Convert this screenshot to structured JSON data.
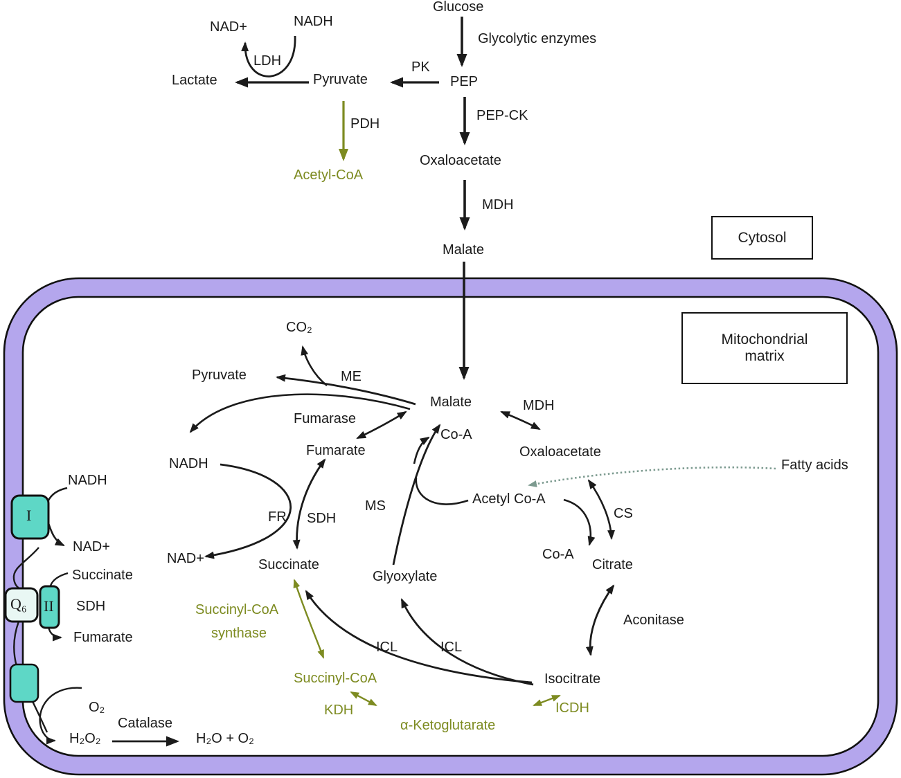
{
  "colors": {
    "ink": "#1b1b1b",
    "olive_accent": "#7d8b21",
    "membrane_purple": "#b4a6ed",
    "complex_teal": "#5ed7c6",
    "q6_fill": "#e9f7f4",
    "dotted_line": "#7d9b90"
  },
  "cytosol": {
    "region_label": "Cytosol",
    "glucose": "Glucose",
    "glycolytic_enzymes": "Glycolytic enzymes",
    "nadh": "NADH",
    "nad_plus": "NAD+",
    "ldh": "LDH",
    "lactate": "Lactate",
    "pyruvate": "Pyruvate",
    "pk": "PK",
    "pep": "PEP",
    "pep_ck": "PEP-CK",
    "pdh": "PDH",
    "acetyl_coa": "Acetyl-CoA",
    "oxaloacetate": "Oxaloacetate",
    "mdh": "MDH",
    "malate": "Malate"
  },
  "matrix": {
    "region_label_line1": "Mitochondrial",
    "region_label_line2": "matrix",
    "co2": "CO₂",
    "pyruvate": "Pyruvate",
    "me": "ME",
    "malate": "Malate",
    "mdh": "MDH",
    "fumarase": "Fumarase",
    "fumarate": "Fumarate",
    "co_a_upper": "Co-A",
    "oxaloacetate": "Oxaloacetate",
    "fatty_acids": "Fatty acids",
    "nadh": "NADH",
    "acetyl_co_a": "Acetyl Co-A",
    "cs": "CS",
    "fr": "FR",
    "sdh": "SDH",
    "ms": "MS",
    "nad_plus": "NAD+",
    "succinate": "Succinate",
    "glyoxylate": "Glyoxylate",
    "co_a_lower": "Co-A",
    "citrate": "Citrate",
    "succinyl_coa_synthase_line1": "Succinyl-CoA",
    "succinyl_coa_synthase_line2": "synthase",
    "aconitase": "Aconitase",
    "icl_left": "ICL",
    "icl_right": "ICL",
    "succinyl_coa": "Succinyl-CoA",
    "kdh": "KDH",
    "alpha_ketoglutarate": "α-Ketoglutarate",
    "isocitrate": "Isocitrate",
    "icdh": "ICDH"
  },
  "etc": {
    "nadh": "NADH",
    "complex_i": "I",
    "nad_plus": "NAD+",
    "succinate": "Succinate",
    "q6": "Q₆",
    "complex_ii": "II",
    "sdh": "SDH",
    "fumarate": "Fumarate",
    "o2": "O₂",
    "catalase": "Catalase",
    "h2o2": "H₂O₂",
    "h2o_plus_o2": "H₂O + O₂"
  }
}
